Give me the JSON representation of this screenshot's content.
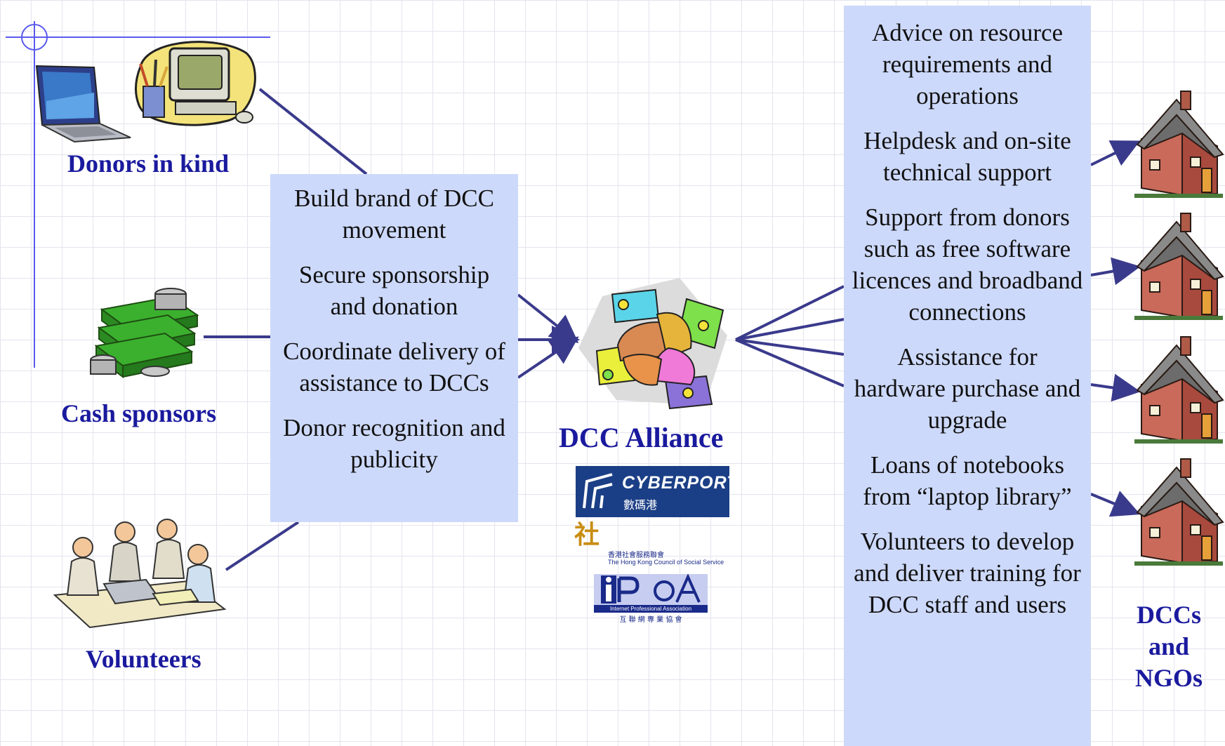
{
  "sources": {
    "donors_in_kind": "Donors in kind",
    "cash_sponsors": "Cash sponsors",
    "volunteers": "Volunteers"
  },
  "left_panel": {
    "items": [
      "Build brand of DCC movement",
      "Secure sponsorship and donation",
      "Coordinate delivery of assistance to DCCs",
      "Donor recognition and publicity"
    ]
  },
  "center": {
    "title": "DCC Alliance",
    "logos": {
      "cyberport_en": "CYBERPORT",
      "cyberport_zh": "數碼港",
      "hkcss_char": "社",
      "hkcss_zh": "香港社會服務聯會",
      "hkcss_en": "The Hong Kong Council of Social Service",
      "ipro_name": "Internet Professional Association",
      "ipro_zh": "互 聯 網 專 業 協 會"
    }
  },
  "right_panel": {
    "items": [
      "Advice on resource requirements and operations",
      "Helpdesk and on-site technical support",
      "Support from donors such as free software licences and broadband connections",
      "Assistance for hardware purchase and upgrade",
      "Loans of notebooks from “laptop library”",
      "Volunteers to develop and deliver training for DCC staff and users"
    ]
  },
  "targets": {
    "line1": "DCCs",
    "line2": "and",
    "line3": "NGOs"
  },
  "colors": {
    "label": "#1a1a9e",
    "panel": "#cdd9fa",
    "connector": "#3a3a8c",
    "template_line": "#5a5aee"
  },
  "icons": [
    "laptop-icon",
    "desktop-computer-icon",
    "cash-stack-icon",
    "volunteers-group-icon",
    "joined-hands-icon",
    "house-icon"
  ]
}
